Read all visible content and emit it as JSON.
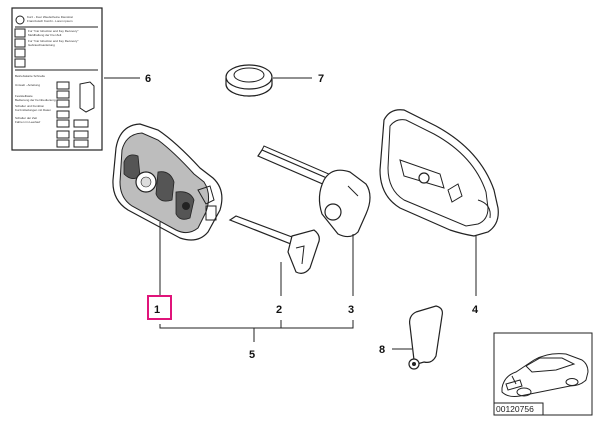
{
  "callouts": {
    "c1": "1",
    "c2": "2",
    "c3": "3",
    "c4": "4",
    "c5": "5",
    "c6": "6",
    "c7": "7",
    "c8": "8"
  },
  "manual": {
    "lines": [
      "Kurz - Fuer Weelscheine Dienstrat",
      "Französisch Kombi - Lorem ipsum",
      "Fur \"Car Idcuction and Key Recovery\"",
      "Meldhaltung der Frei Zelt",
      "Fur \"Car Idcuction and Key Recovery\"",
      "Gebrauchsanleitung",
      "Betriebskarte Schnelle",
      "Umwelt - Anleitung",
      "Feststelltaste",
      "Bedienung der Fernbedienung",
      "Schalter und Funktion",
      "Kurzmitteilungen mit Daten",
      "Schalter der Zeit",
      "Fahren im Leerlauf"
    ]
  },
  "inset": {
    "code": "00120756"
  }
}
